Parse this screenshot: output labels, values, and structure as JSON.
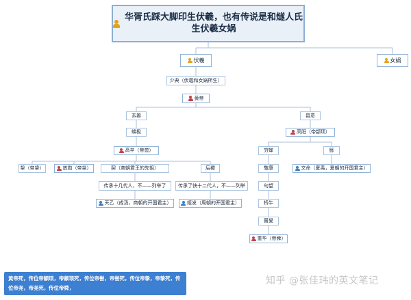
{
  "title": "华胥氏踩大脚印生伏羲，也有传说是和燧人氏生伏羲女娲",
  "nodes": {
    "fuxi": "伏羲",
    "nvwa": "女娲",
    "shaodian": "少典（伏羲和女娲所生）",
    "huangdi": "黄帝",
    "xuanxiao": "玄嚣",
    "changyi": "昌意",
    "qiaoji": "蟜极",
    "gaoyang": "高阳（帝颛顼）",
    "gaoxin": "高辛（帝喾）",
    "qiongchan": "穷蝉",
    "gun": "鲧",
    "zhi": "挚（帝挚）",
    "fangxun": "放勋（帝尧）",
    "xie": "契（商朝君王的先祖）",
    "houji": "后稷",
    "jingkang": "敬康",
    "wenming": "文命（夏禹，夏朝的开国君主）",
    "chuan18": "传承十几代人，不——列举了",
    "chuan12": "传承了快十二代人，不——列举",
    "juwang": "句望",
    "tianyi": "天乙（成汤，商朝的开国君主）",
    "jifa": "姬发（周朝的开国君主）",
    "qiaoniu": "桥牛",
    "gusou": "瞽叟",
    "chonghua": "重华（帝舜）"
  },
  "note": "黄帝死，传位帝颛顼，帝颛顼死，传位帝喾，帝喾死，传位帝挚，帝挚死，传位帝尧，帝尧死，传位帝舜，",
  "watermark": "知乎 @张佳玮的英文笔记",
  "colors": {
    "box_border": "#8fb2d8",
    "title_fill": "#e9f0f8",
    "note_fill": "#3d7fd0",
    "connector": "#a8bfd8",
    "icon_male_gold": "#e3a21a",
    "icon_red": "#c2424a",
    "icon_blue": "#3f7fc2"
  }
}
